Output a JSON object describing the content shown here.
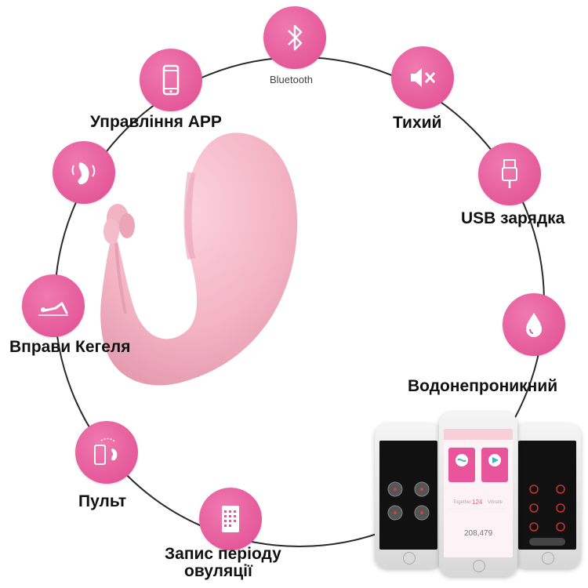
{
  "features": {
    "bluetooth": {
      "icon": "bluetooth-icon",
      "caption": "Bluetooth"
    },
    "app": {
      "icon": "smartphone-icon",
      "label": "Управління APP"
    },
    "silent": {
      "icon": "mute-speaker-icon",
      "label": "Тихий"
    },
    "usb": {
      "icon": "usb-plug-icon",
      "label": "USB зарядка"
    },
    "vibration": {
      "icon": "vibrating-device-icon"
    },
    "waterproof": {
      "icon": "water-drop-icon",
      "label": "Водонепроникний"
    },
    "kegel": {
      "icon": "kegel-exercise-icon",
      "label": "Вправи Кегеля"
    },
    "remote": {
      "icon": "remote-phone-icon",
      "label": "Пульт"
    },
    "ovulation": {
      "icon": "calendar-icon",
      "label": "Запис періоду",
      "label2": "овуляції"
    }
  },
  "phones": {
    "center": {
      "num": "124",
      "total": "208,479",
      "left_word": "Together",
      "right_word": "Vibrate"
    }
  },
  "colors": {
    "accent": "#e8559a",
    "device": "#f4b7c5",
    "ring": "#333333"
  }
}
